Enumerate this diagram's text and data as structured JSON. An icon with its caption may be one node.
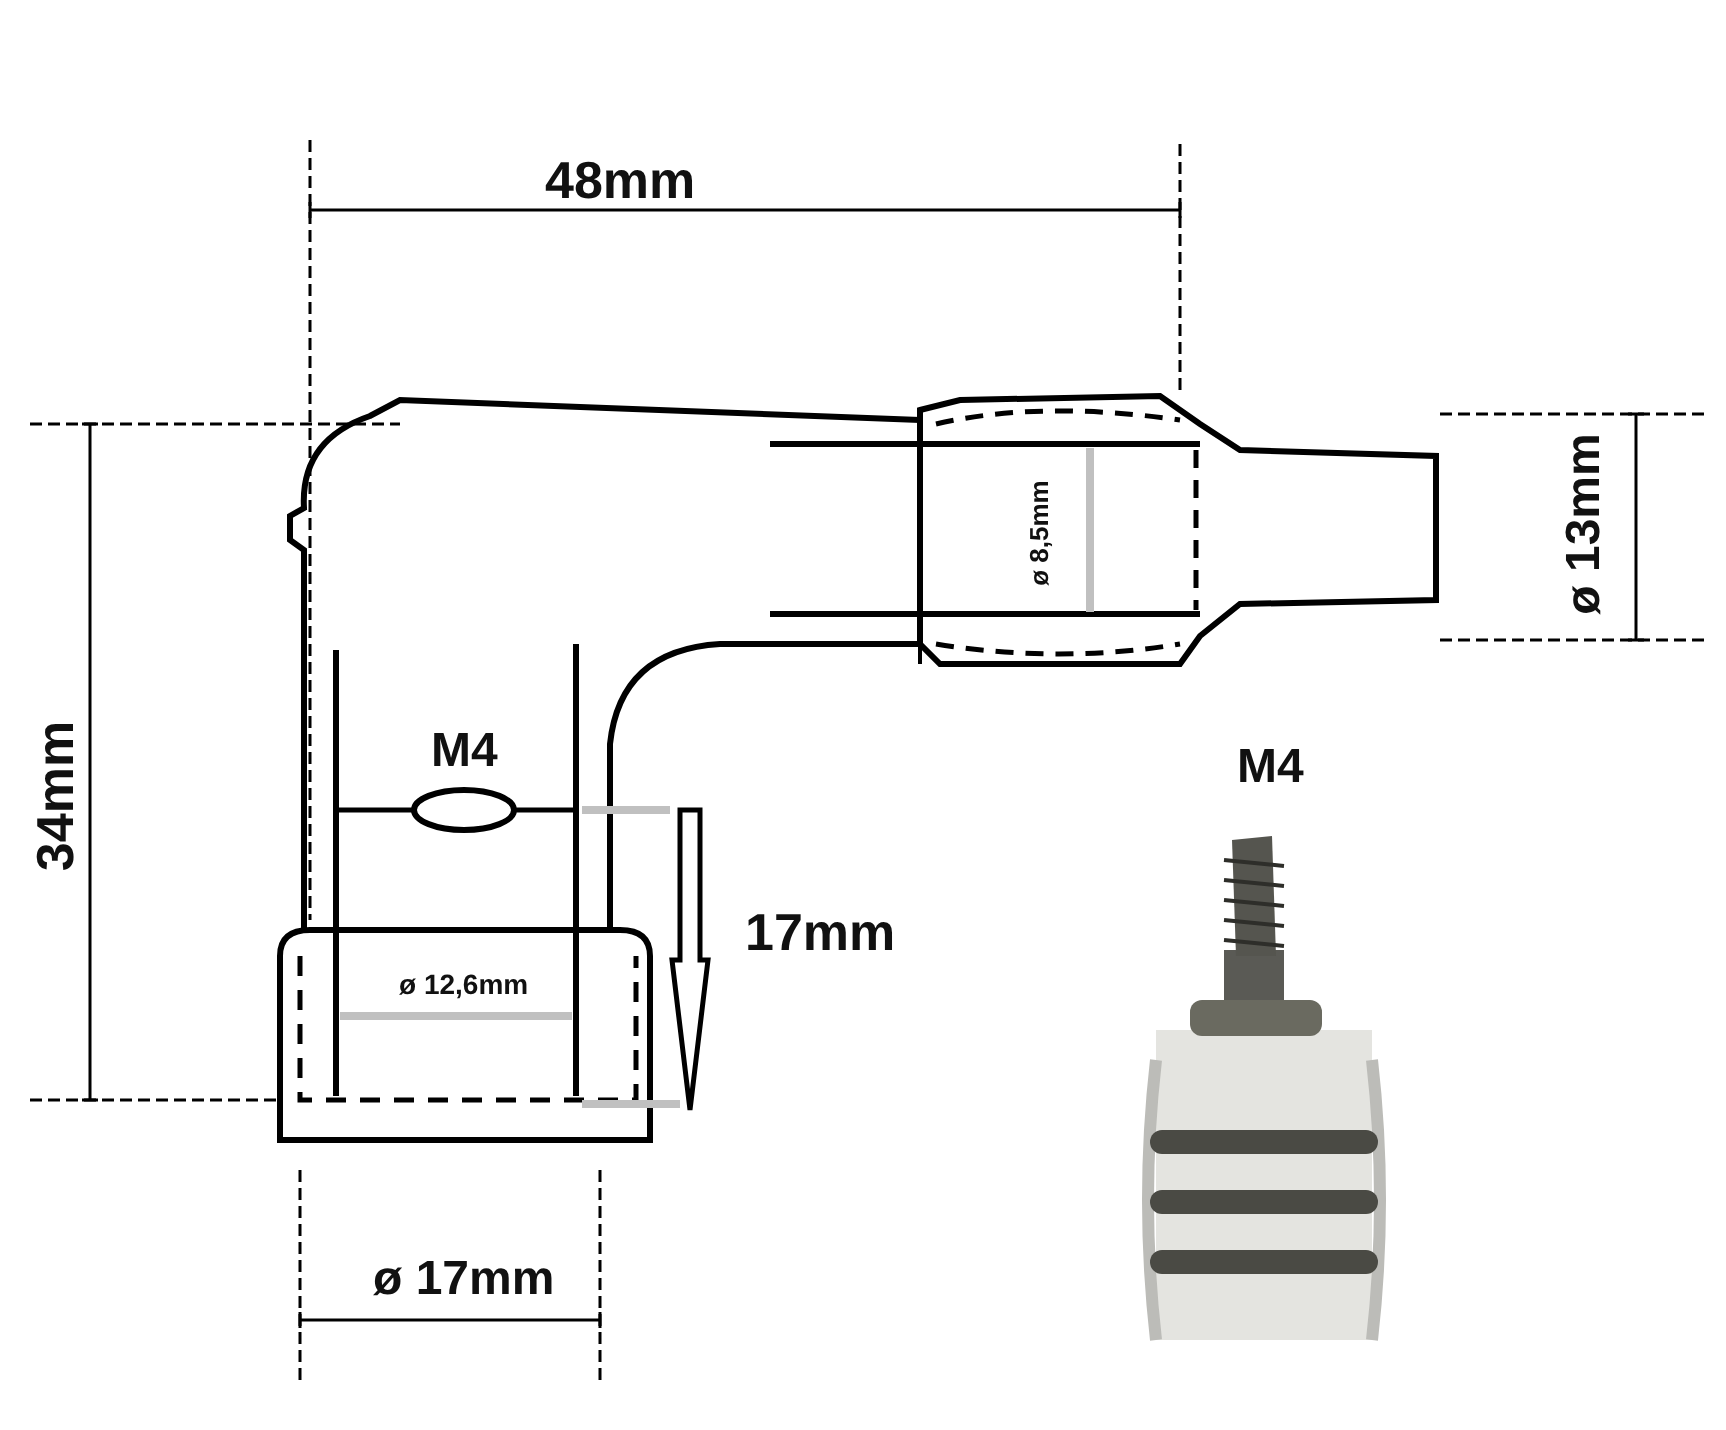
{
  "diagram": {
    "labels": [
      "48mm",
      "ø 13mm",
      "ø 8,5mm",
      "34mm",
      "M4",
      "M4",
      "17mm",
      "ø 12,6mm",
      "ø 17mm"
    ]
  }
}
